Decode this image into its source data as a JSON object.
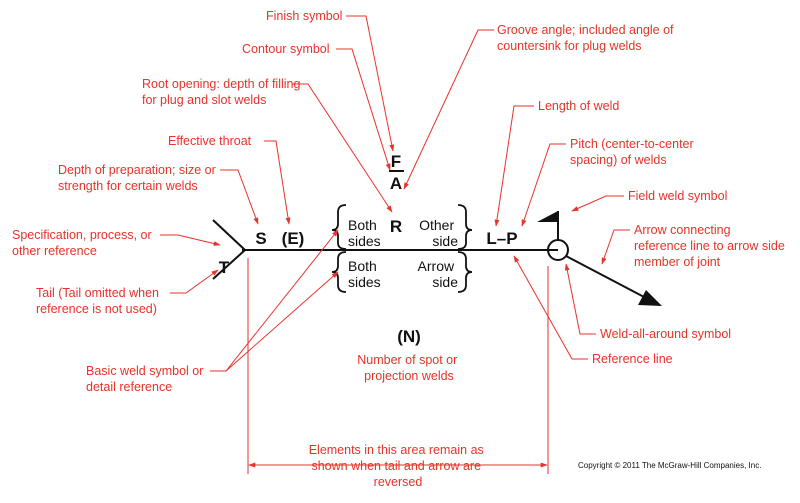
{
  "colors": {
    "accent": "#e8322b",
    "ink": "#111111"
  },
  "symbols": {
    "T": "T",
    "S": "S",
    "E": "(E)",
    "F": "F",
    "A": "A",
    "R": "R",
    "LP": "L–P",
    "N": "(N)",
    "other_side_left": [
      "Both",
      "sides"
    ],
    "other_side_right": [
      "Other",
      "side"
    ],
    "arrow_side_left": [
      "Both",
      "sides"
    ],
    "arrow_side_right": [
      "Arrow",
      "side"
    ]
  },
  "labels": {
    "finish": "Finish symbol",
    "contour": "Contour symbol",
    "root_opening": [
      "Root opening: depth of filling",
      "for plug and slot welds"
    ],
    "groove_angle": [
      "Groove angle; included angle of",
      "countersink for plug welds"
    ],
    "length": "Length of weld",
    "pitch": [
      "Pitch (center-to-center",
      "spacing) of welds"
    ],
    "effective_throat": "Effective throat",
    "depth_prep": [
      "Depth of preparation; size or",
      "strength for certain welds"
    ],
    "field_weld": "Field weld symbol",
    "arrow_connecting": [
      "Arrow connecting",
      "reference line to arrow side",
      "member of joint"
    ],
    "specification": [
      "Specification, process, or",
      "other reference"
    ],
    "tail": [
      "Tail (Tail omitted when",
      "reference is not used)"
    ],
    "weld_all_around": "Weld-all-around symbol",
    "reference_line": "Reference line",
    "basic_weld": [
      "Basic weld symbol or",
      "detail reference"
    ],
    "num_spot": [
      "Number of spot or",
      "projection welds"
    ],
    "elements_area": [
      "Elements in this area remain as",
      "shown when tail and arrow are",
      "reversed"
    ]
  },
  "copyright": "Copyright © 2011 The McGraw-Hill Companies, Inc."
}
